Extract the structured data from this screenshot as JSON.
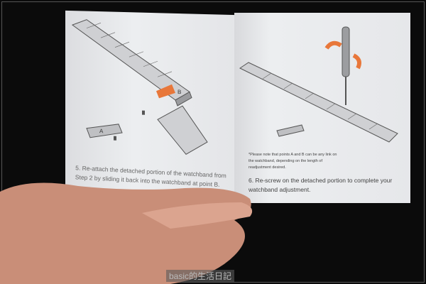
{
  "booklet": {
    "left_page": {
      "step_text": "5. Re-attach the detached portion of the watchband from Step 2 by sliding it back into the watchband at point B.",
      "labels": {
        "point_a": "A",
        "point_b": "B"
      }
    },
    "right_page": {
      "note_text": "*Please note that points A and B can be any link on the watchband, depending on the length of readjustment desired.",
      "step_text": "6. Re-screw on the detached portion to complete your watchband adjustment."
    },
    "accent_color": "#e8773a"
  },
  "watermark": "basic的生活日記"
}
